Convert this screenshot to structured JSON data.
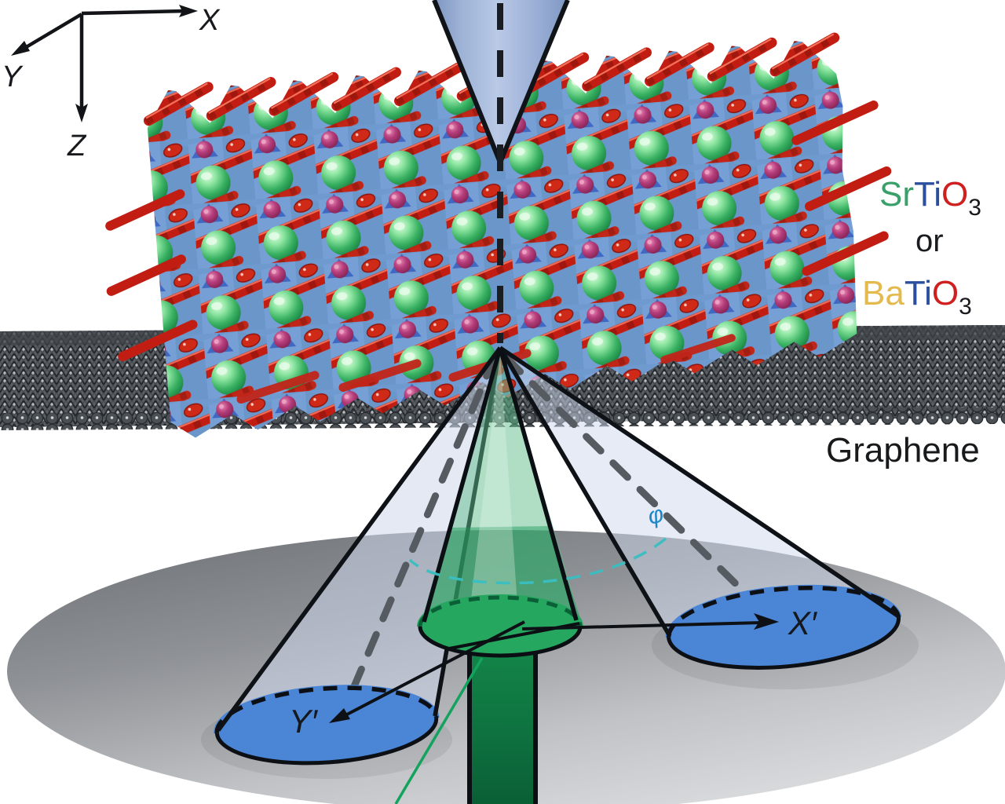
{
  "figure": {
    "axes": {
      "x": "X",
      "y": "Y",
      "z": "Z"
    },
    "materials": {
      "sr": "Sr",
      "ti": "Ti",
      "o": "O",
      "subscript": "3",
      "or": "or",
      "ba": "Ba"
    },
    "graphene_label": "Graphene",
    "detector": {
      "x_axis": "X′",
      "y_axis": "Y′",
      "phi": "φ"
    },
    "colors": {
      "sr": "#3aa06a",
      "ti": "#2b4f9e",
      "o": "#cf2020",
      "ba": "#e4ba4e",
      "text": "#15181c",
      "phi": "#1d86c8",
      "beam_cone": "#a9bedf",
      "direct_beam_green": "#25a760",
      "detector_disc_blue": "#4a85d6"
    }
  }
}
